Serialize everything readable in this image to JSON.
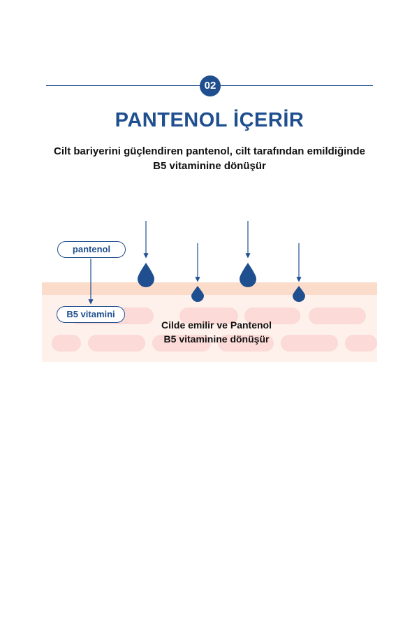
{
  "step": {
    "number": "02"
  },
  "title": "PANTENOL İÇERİR",
  "subtitle": {
    "line1": "Cilt bariyerini güçlendiren pantenol, cilt tarafından emildiğinde",
    "line2": "B5 vitaminine dönüşür"
  },
  "diagram": {
    "input_label": "pantenol",
    "output_label": "B5 vitamini",
    "caption_line1": "Cilde emilir ve Pantenol",
    "caption_line2": "B5 vitaminine dönüşür"
  },
  "colors": {
    "brand_blue": "#1f4f8f",
    "skin_top": "#fbdcca",
    "skin_body": "#fef1ec",
    "skin_cell": "#fbdad7"
  }
}
